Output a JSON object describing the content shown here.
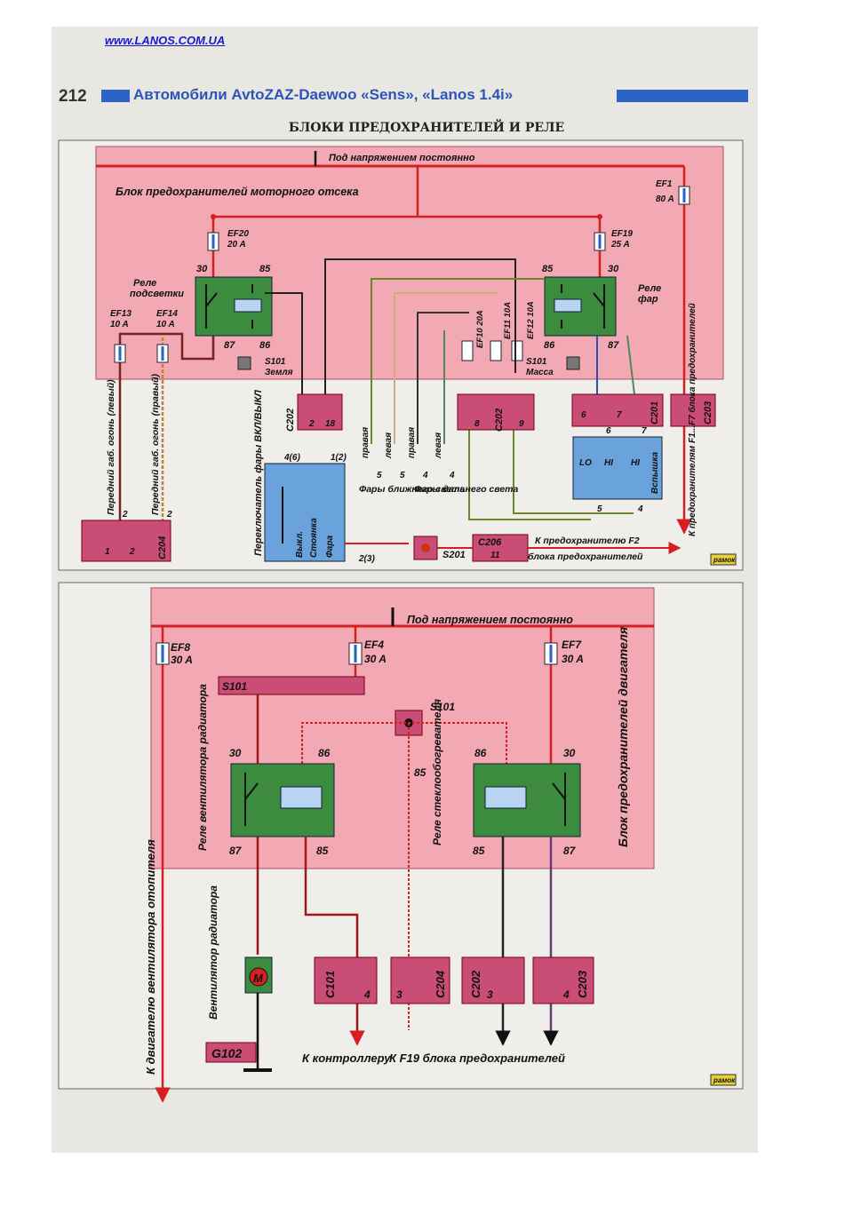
{
  "site_url": "www.LANOS.COM.UA",
  "page_number": "212",
  "header_title": "Автомобили AvtoZAZ-Daewoo «Sens», «Lanos 1.4i»",
  "section_title": "БЛОКИ ПРЕДОХРАНИТЕЛЕЙ И РЕЛЕ",
  "publisher_badge": "рамок",
  "top": {
    "constant_power": "Под напряжением постоянно",
    "block_title": "Блок предохранителей моторного отсека",
    "ef1": {
      "name": "EF1",
      "rating": "80 A"
    },
    "ef20": {
      "name": "EF20",
      "rating": "20 A"
    },
    "ef19": {
      "name": "EF19",
      "rating": "25 A"
    },
    "ef13": {
      "name": "EF13",
      "rating": "10 A"
    },
    "ef14": {
      "name": "EF14",
      "rating": "10 A"
    },
    "ef10": "EF10 20A",
    "ef11": "EF11 10A",
    "ef12": "EF12 10A",
    "relay_left_l1": "Реле",
    "relay_left_l2": "подсветки",
    "relay_right_l1": "Реле",
    "relay_right_l2": "фар",
    "pins": {
      "p30a": "30",
      "p85a": "85",
      "p87a": "87",
      "p86a": "86",
      "p85b": "85",
      "p30b": "30",
      "p86b": "86",
      "p87b": "87"
    },
    "ground_left": {
      "name": "S101",
      "desc": "Земля"
    },
    "ground_right": {
      "name": "S101",
      "desc": "Масса"
    },
    "c202a": {
      "name": "C202",
      "p1": "2",
      "p2": "18"
    },
    "c202b": {
      "name": "C202",
      "p1": "8",
      "p2": "9"
    },
    "c201": {
      "name": "C201",
      "p1": "6",
      "p2": "7"
    },
    "c203": {
      "name": "C203"
    },
    "c204": {
      "name": "C204",
      "p1": "1",
      "p2": "2"
    },
    "c206": {
      "name": "C206",
      "pin": "11"
    },
    "s201": "S201",
    "front_left_label": "Передний габ. огонь (левый)",
    "front_right_label": "Передний габ. огонь (правый)",
    "pin2a": "2",
    "pin2b": "2",
    "switch_label": "Переключатель фары ВКЛ/ВЫКЛ",
    "switch_pos_off": "Выкл.",
    "switch_pos_park": "Стоянка",
    "switch_pos_head": "Фара",
    "switch_pin_a": "4(6)",
    "switch_pin_b": "1(2)",
    "switch_pin_c": "2(3)",
    "wire_right1": "правая",
    "wire_left1": "левая",
    "wire_right2": "правая",
    "wire_left2": "левая",
    "w5a": "5",
    "w5b": "5",
    "w4a": "4",
    "w4b": "4",
    "low_beam": "Фары ближнего света",
    "high_beam": "Фары дальнего света",
    "dimmer": {
      "lo": "LO",
      "hi1": "HI",
      "hi2": "HI",
      "flash": "Вспышка",
      "p6": "6",
      "p7": "7",
      "p5": "5",
      "p4": "4"
    },
    "to_f2": "К предохранителю F2",
    "to_f2_2": "блока предохранителей",
    "to_f1f7": "К предохранителям F1...F7 блока предохранителей"
  },
  "bottom": {
    "constant_power": "Под напряжением постоянно",
    "ef8": {
      "name": "EF8",
      "rating": "30 A"
    },
    "ef4": {
      "name": "EF4",
      "rating": "30 A"
    },
    "ef7": {
      "name": "EF7",
      "rating": "30 A"
    },
    "s101a": "S101",
    "s101b": "S101",
    "fan_relay": "Реле вентилятора радиатора",
    "defrost_relay": "Реле стеклообогревателя",
    "block_name": "Блок предохранителей двигателя",
    "pins": {
      "a30": "30",
      "a86": "86",
      "a87": "87",
      "a85": "85",
      "b86": "86",
      "b30": "30",
      "b85": "85",
      "b87": "87",
      "s85": "85"
    },
    "motor_letter": "M",
    "motor_label": "Вентилятор радиатора",
    "g102": "G102",
    "c101": {
      "name": "C101",
      "pin": "4"
    },
    "c204": {
      "name": "C204",
      "pin": "3"
    },
    "c202": {
      "name": "C202",
      "pin": "3"
    },
    "c203": {
      "name": "C203",
      "pin": "4"
    },
    "to_heater": "К двигателю вентилятора отопителя",
    "to_controller": "К контроллеру",
    "to_f19": "К F19 блока предохранителей"
  }
}
